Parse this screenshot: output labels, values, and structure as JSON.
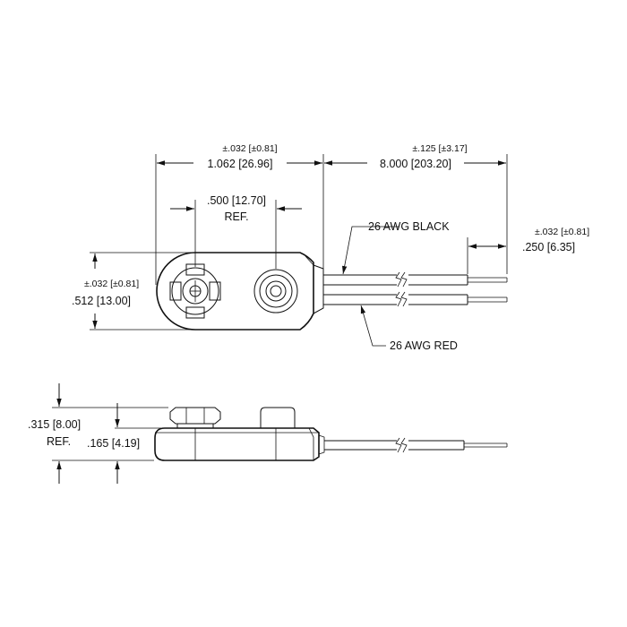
{
  "top_view": {
    "connector_length": {
      "tolerance": "±.032 [±0.81]",
      "value": "1.062  [26.96]"
    },
    "lead_length": {
      "tolerance": "±.125 [±3.17]",
      "value": "8.000 [203.20]"
    },
    "terminal_spacing": {
      "value": ".500 [12.70]",
      "note": "REF."
    },
    "connector_width": {
      "tolerance": "±.032 [±0.81]",
      "value": ".512  [13.00]"
    },
    "strip_length": {
      "tolerance": "±.032 [±0.81]",
      "value": ".250  [6.35]"
    },
    "wire_black_label": "26 AWG BLACK",
    "wire_red_label": "26 AWG RED"
  },
  "side_view": {
    "overall_height": {
      "value": ".315 [8.00]",
      "note": "REF."
    },
    "body_height": {
      "value": ".165 [4.19]"
    }
  }
}
